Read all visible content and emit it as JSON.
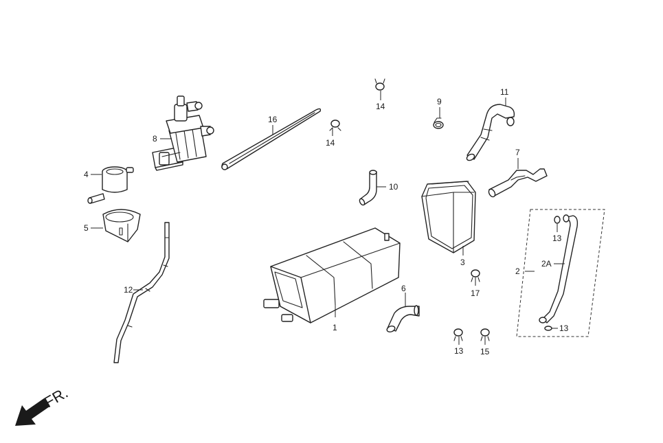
{
  "callouts": {
    "p1": "1",
    "p2": "2",
    "p2a": "2A",
    "p3": "3",
    "p4": "4",
    "p5": "5",
    "p6": "6",
    "p7": "7",
    "p8": "8",
    "p9": "9",
    "p10": "10",
    "p11": "11",
    "p12": "12",
    "p13a": "13",
    "p13b": "13",
    "p13c": "13",
    "p14a": "14",
    "p14b": "14",
    "p15": "15",
    "p16": "16",
    "p17": "17"
  },
  "direction": {
    "label": "FR."
  },
  "colors": {
    "line": "#222222",
    "arrow": "#1a1a1a",
    "background": "#ffffff"
  }
}
